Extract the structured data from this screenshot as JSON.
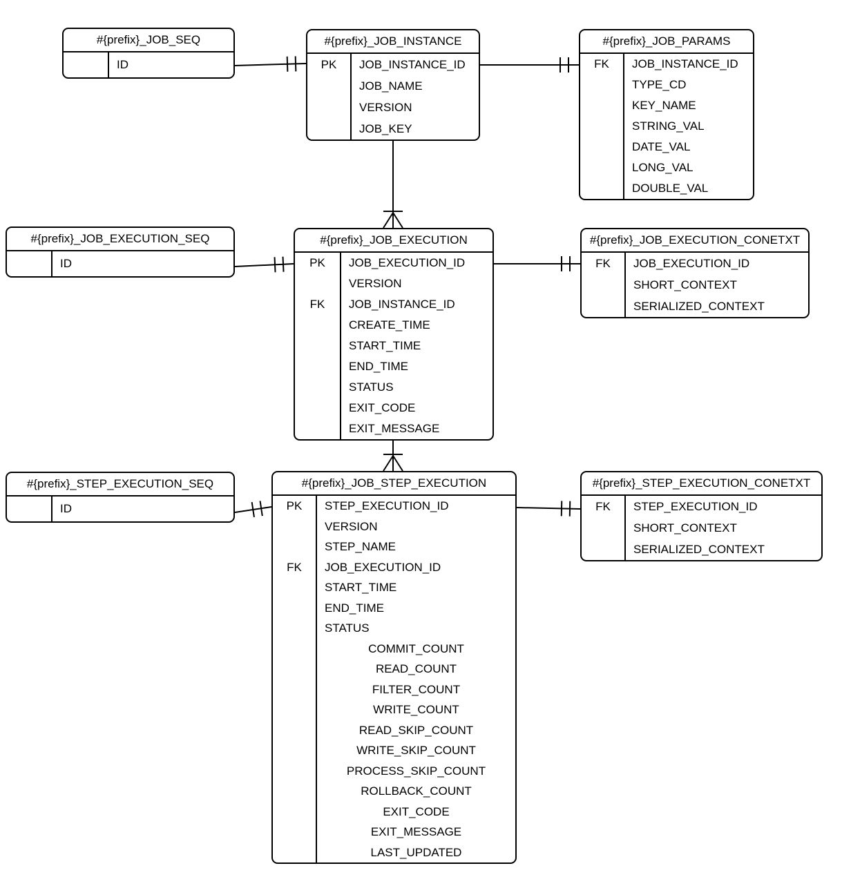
{
  "colors": {
    "line": "#000000",
    "background": "#ffffff",
    "text": "#000000"
  },
  "tables": [
    {
      "id": "job_seq",
      "title": "#{prefix}_JOB_SEQ",
      "rows": [
        {
          "key": "",
          "field": "ID"
        }
      ]
    },
    {
      "id": "job_instance",
      "title": "#{prefix}_JOB_INSTANCE",
      "rows": [
        {
          "key": "PK",
          "field": "JOB_INSTANCE_ID"
        },
        {
          "key": "",
          "field": "JOB_NAME"
        },
        {
          "key": "",
          "field": "VERSION"
        },
        {
          "key": "",
          "field": "JOB_KEY"
        }
      ]
    },
    {
      "id": "job_params",
      "title": "#{prefix}_JOB_PARAMS",
      "rows": [
        {
          "key": "FK",
          "field": "JOB_INSTANCE_ID"
        },
        {
          "key": "",
          "field": "TYPE_CD"
        },
        {
          "key": "",
          "field": "KEY_NAME"
        },
        {
          "key": "",
          "field": "STRING_VAL"
        },
        {
          "key": "",
          "field": "DATE_VAL"
        },
        {
          "key": "",
          "field": "LONG_VAL"
        },
        {
          "key": "",
          "field": "DOUBLE_VAL"
        }
      ]
    },
    {
      "id": "job_execution_seq",
      "title": "#{prefix}_JOB_EXECUTION_SEQ",
      "rows": [
        {
          "key": "",
          "field": "ID"
        }
      ]
    },
    {
      "id": "job_execution",
      "title": "#{prefix}_JOB_EXECUTION",
      "rows": [
        {
          "key": "PK",
          "field": "JOB_EXECUTION_ID"
        },
        {
          "key": "",
          "field": "VERSION"
        },
        {
          "key": "FK",
          "field": "JOB_INSTANCE_ID"
        },
        {
          "key": "",
          "field": "CREATE_TIME"
        },
        {
          "key": "",
          "field": "START_TIME"
        },
        {
          "key": "",
          "field": "END_TIME"
        },
        {
          "key": "",
          "field": "STATUS"
        },
        {
          "key": "",
          "field": "EXIT_CODE"
        },
        {
          "key": "",
          "field": "EXIT_MESSAGE"
        }
      ]
    },
    {
      "id": "job_execution_conetxt",
      "title": "#{prefix}_JOB_EXECUTION_CONETXT",
      "rows": [
        {
          "key": "FK",
          "field": "JOB_EXECUTION_ID"
        },
        {
          "key": "",
          "field": "SHORT_CONTEXT"
        },
        {
          "key": "",
          "field": "SERIALIZED_CONTEXT"
        }
      ]
    },
    {
      "id": "step_execution_seq",
      "title": "#{prefix}_STEP_EXECUTION_SEQ",
      "rows": [
        {
          "key": "",
          "field": "ID"
        }
      ]
    },
    {
      "id": "job_step_execution",
      "title": "#{prefix}_JOB_STEP_EXECUTION",
      "rows": [
        {
          "key": "PK",
          "field": "STEP_EXECUTION_ID"
        },
        {
          "key": "",
          "field": "VERSION"
        },
        {
          "key": "",
          "field": "STEP_NAME"
        },
        {
          "key": "FK",
          "field": "JOB_EXECUTION_ID"
        },
        {
          "key": "",
          "field": "START_TIME"
        },
        {
          "key": "",
          "field": "END_TIME"
        },
        {
          "key": "",
          "field": "STATUS"
        },
        {
          "key": "",
          "field": "COMMIT_COUNT",
          "align": "center"
        },
        {
          "key": "",
          "field": "READ_COUNT",
          "align": "center"
        },
        {
          "key": "",
          "field": "FILTER_COUNT",
          "align": "center"
        },
        {
          "key": "",
          "field": "WRITE_COUNT",
          "align": "center"
        },
        {
          "key": "",
          "field": "READ_SKIP_COUNT",
          "align": "center"
        },
        {
          "key": "",
          "field": "WRITE_SKIP_COUNT",
          "align": "center"
        },
        {
          "key": "",
          "field": "PROCESS_SKIP_COUNT",
          "align": "center"
        },
        {
          "key": "",
          "field": "ROLLBACK_COUNT",
          "align": "center"
        },
        {
          "key": "",
          "field": "EXIT_CODE",
          "align": "center"
        },
        {
          "key": "",
          "field": "EXIT_MESSAGE",
          "align": "center"
        },
        {
          "key": "",
          "field": "LAST_UPDATED",
          "align": "center"
        }
      ]
    },
    {
      "id": "step_execution_conetxt",
      "title": "#{prefix}_STEP_EXECUTION_CONETXT",
      "rows": [
        {
          "key": "FK",
          "field": "STEP_EXECUTION_ID"
        },
        {
          "key": "",
          "field": "SHORT_CONTEXT"
        },
        {
          "key": "",
          "field": "SERIALIZED_CONTEXT"
        }
      ]
    }
  ],
  "relationships": [
    {
      "from": "#{prefix}_JOB_SEQ",
      "to": "#{prefix}_JOB_INSTANCE",
      "cardinality": "exactly-one"
    },
    {
      "from": "#{prefix}_JOB_INSTANCE",
      "to": "#{prefix}_JOB_PARAMS",
      "cardinality": "exactly-one"
    },
    {
      "from": "#{prefix}_JOB_INSTANCE",
      "to": "#{prefix}_JOB_EXECUTION",
      "cardinality": "one-to-many"
    },
    {
      "from": "#{prefix}_JOB_EXECUTION_SEQ",
      "to": "#{prefix}_JOB_EXECUTION",
      "cardinality": "exactly-one"
    },
    {
      "from": "#{prefix}_JOB_EXECUTION",
      "to": "#{prefix}_JOB_EXECUTION_CONETXT",
      "cardinality": "exactly-one"
    },
    {
      "from": "#{prefix}_JOB_EXECUTION",
      "to": "#{prefix}_JOB_STEP_EXECUTION",
      "cardinality": "one-to-many"
    },
    {
      "from": "#{prefix}_STEP_EXECUTION_SEQ",
      "to": "#{prefix}_JOB_STEP_EXECUTION",
      "cardinality": "exactly-one"
    },
    {
      "from": "#{prefix}_JOB_STEP_EXECUTION",
      "to": "#{prefix}_STEP_EXECUTION_CONETXT",
      "cardinality": "exactly-one"
    }
  ]
}
